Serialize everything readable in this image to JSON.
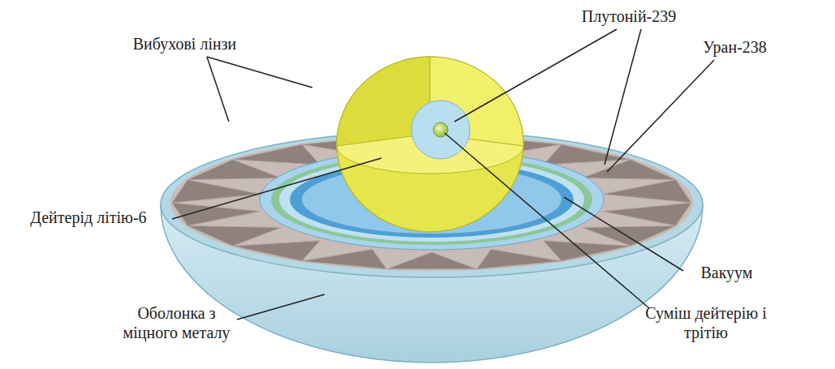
{
  "diagram": {
    "labels": [
      "Плутоній-239",
      "Вибухові лінзи",
      "Уран-238",
      "Дейтерід літію-6",
      "Вакуум",
      "Суміш дейтерію і трітію",
      "Оболонка з міцного металу"
    ]
  }
}
